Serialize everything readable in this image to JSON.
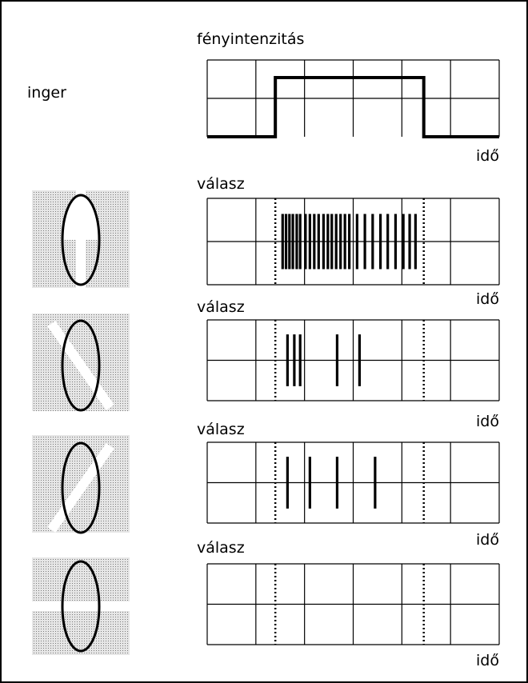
{
  "labels": {
    "stimulus": "inger",
    "intensity": "fényintenzitás",
    "response": "válasz",
    "time": "idő"
  },
  "stimulus_trace": {
    "on_cell": 1.4,
    "off_cell": 4.45,
    "level_off": 0,
    "level_on": 1
  },
  "stimulus_window": {
    "start_cell": 1.4,
    "end_cell": 4.45
  },
  "responses": [
    {
      "bar_orientation_deg": 0,
      "spike_cells": [
        1.55,
        1.62,
        1.69,
        1.76,
        1.84,
        1.91,
        2.02,
        2.11,
        2.2,
        2.29,
        2.39,
        2.48,
        2.56,
        2.65,
        2.74,
        2.83,
        2.92,
        3.08,
        3.24,
        3.4,
        3.56,
        3.71,
        3.87,
        4.03,
        4.16,
        4.28
      ]
    },
    {
      "bar_orientation_deg": -35,
      "spike_cells": [
        1.65,
        1.79,
        1.91,
        2.67,
        3.13
      ]
    },
    {
      "bar_orientation_deg": 35,
      "spike_cells": [
        1.65,
        2.11,
        2.67,
        3.45
      ]
    },
    {
      "bar_orientation_deg": 90,
      "spike_cells": []
    }
  ],
  "colors": {
    "line": "#000000",
    "stipple": "#c8c8c8",
    "bar": "#ffffff"
  }
}
